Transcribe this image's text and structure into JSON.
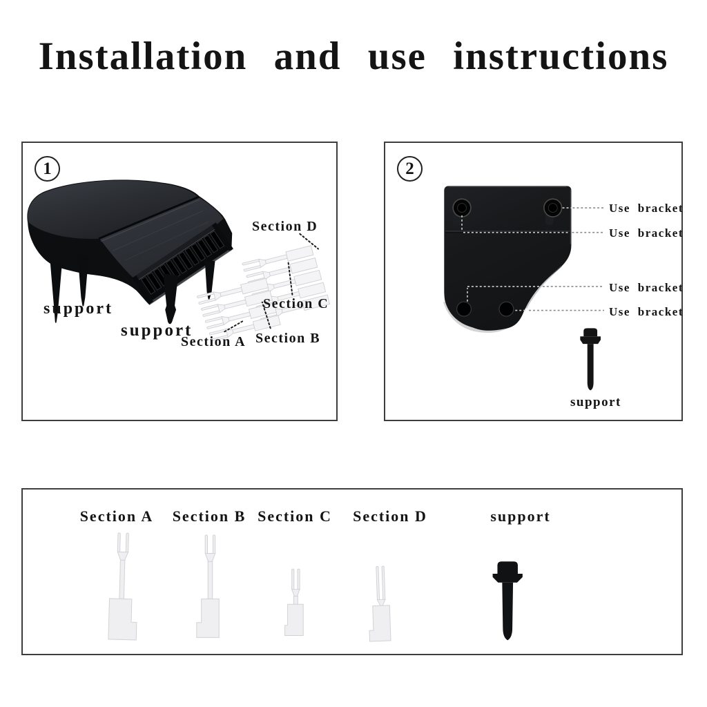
{
  "title": "Installation and use instructions",
  "colors": {
    "ink": "#141414",
    "border": "#3d3d3d",
    "part-white": "#f2f2f3",
    "part-black": "#141414"
  },
  "step1": {
    "number": "1",
    "support_left": "support",
    "support_front": "support",
    "section_a": "Section A",
    "section_b": "Section B",
    "section_c": "Section C",
    "section_d": "Section D"
  },
  "step2": {
    "number": "2",
    "callouts": [
      {
        "use": "Use",
        "bracket": "bracket"
      },
      {
        "use": "Use",
        "bracket": "bracket"
      },
      {
        "use": "Use",
        "bracket": "bracket"
      },
      {
        "use": "Use",
        "bracket": "bracket"
      }
    ],
    "support": "support"
  },
  "parts": {
    "headers": [
      "Section A",
      "Section B",
      "Section C",
      "Section D",
      "support"
    ]
  }
}
